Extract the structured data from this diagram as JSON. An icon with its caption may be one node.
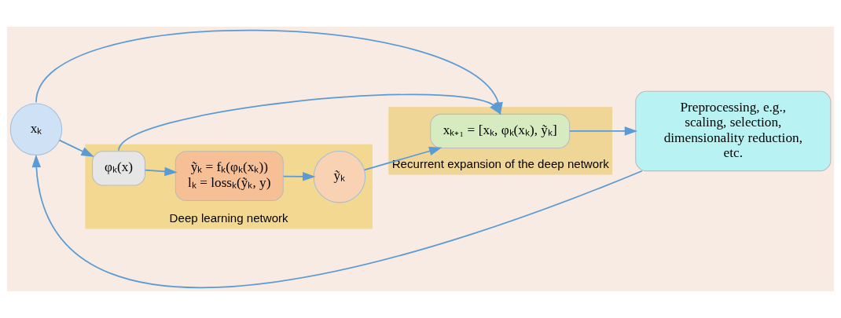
{
  "diagram": {
    "nodes": [
      {
        "text": [
          "xₖ"
        ]
      },
      {
        "text": [
          "Deep learning network"
        ]
      },
      {
        "text": [
          "φₖ(x)"
        ],
        "in": 1
      },
      {
        "text": [
          "ỹₖ = fₖ(φₖ(xₖ))",
          "lₖ = lossₖ(ỹₖ, y)"
        ],
        "in": 1
      },
      {
        "text": [
          "ỹₖ"
        ],
        "in": 1
      },
      {
        "text": [
          "Recurrent expansion of the deep network"
        ]
      },
      {
        "text": [
          "xₖ₊₁ = [xₖ, φₖ(xₖ), ỹₖ]"
        ],
        "in": 5
      },
      {
        "text": [
          "Preprocessing, e.g., scaling, selection, dimensionality reduction, etc."
        ]
      }
    ],
    "edges": [
      {
        "from": 0,
        "to": 2,
        "arrow": "to"
      },
      {
        "from": 2,
        "to": 3,
        "arrow": "to"
      },
      {
        "from": 3,
        "to": 4,
        "arrow": "to"
      },
      {
        "from": 4,
        "to": 6,
        "arrow": "to"
      },
      {
        "from": 0,
        "to": 6,
        "arrow": "to"
      },
      {
        "from": 2,
        "to": 6,
        "arrow": "to"
      },
      {
        "from": 6,
        "to": 7,
        "arrow": "to"
      },
      {
        "from": 7,
        "to": 0,
        "arrow": "to"
      }
    ]
  }
}
